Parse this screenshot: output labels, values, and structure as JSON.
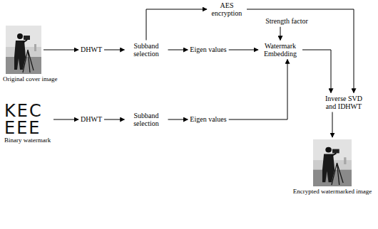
{
  "diagram": {
    "nodes": [
      {
        "text": [
          "AES encryption"
        ]
      },
      {
        "text": [
          "Strength factor"
        ]
      },
      {
        "text": [
          "Original cover image"
        ]
      },
      {
        "text": [
          "DHWT"
        ]
      },
      {
        "text": [
          "Subband selection"
        ]
      },
      {
        "text": [
          "Eigen values"
        ]
      },
      {
        "text": [
          "Watermark Embedding"
        ]
      },
      {
        "text": [
          "KEC EEE",
          "Binary watermark"
        ]
      },
      {
        "text": [
          "DHWT"
        ]
      },
      {
        "text": [
          "Subband selection"
        ]
      },
      {
        "text": [
          "Eigen values"
        ]
      },
      {
        "text": [
          "Inverse SVD and IDHWT"
        ]
      },
      {
        "text": [
          "Encrypted watermarked image"
        ]
      }
    ],
    "edges": [
      {
        "from": 2,
        "to": 3,
        "arrow": "to"
      },
      {
        "from": 3,
        "to": 4,
        "arrow": "to"
      },
      {
        "from": 4,
        "to": 5,
        "arrow": "to"
      },
      {
        "from": 5,
        "to": 6,
        "arrow": "to"
      },
      {
        "from": 4,
        "to": 0,
        "arrow": "to"
      },
      {
        "from": 1,
        "to": 6,
        "arrow": "to"
      },
      {
        "from": 0,
        "to": 11,
        "arrow": "to"
      },
      {
        "from": 6,
        "to": 11,
        "arrow": "to"
      },
      {
        "from": 7,
        "to": 8,
        "arrow": "to"
      },
      {
        "from": 8,
        "to": 9,
        "arrow": "to"
      },
      {
        "from": 9,
        "to": 10,
        "arrow": "to"
      },
      {
        "from": 10,
        "to": 6,
        "arrow": "to"
      },
      {
        "from": 11,
        "to": 12,
        "arrow": "to"
      }
    ]
  }
}
